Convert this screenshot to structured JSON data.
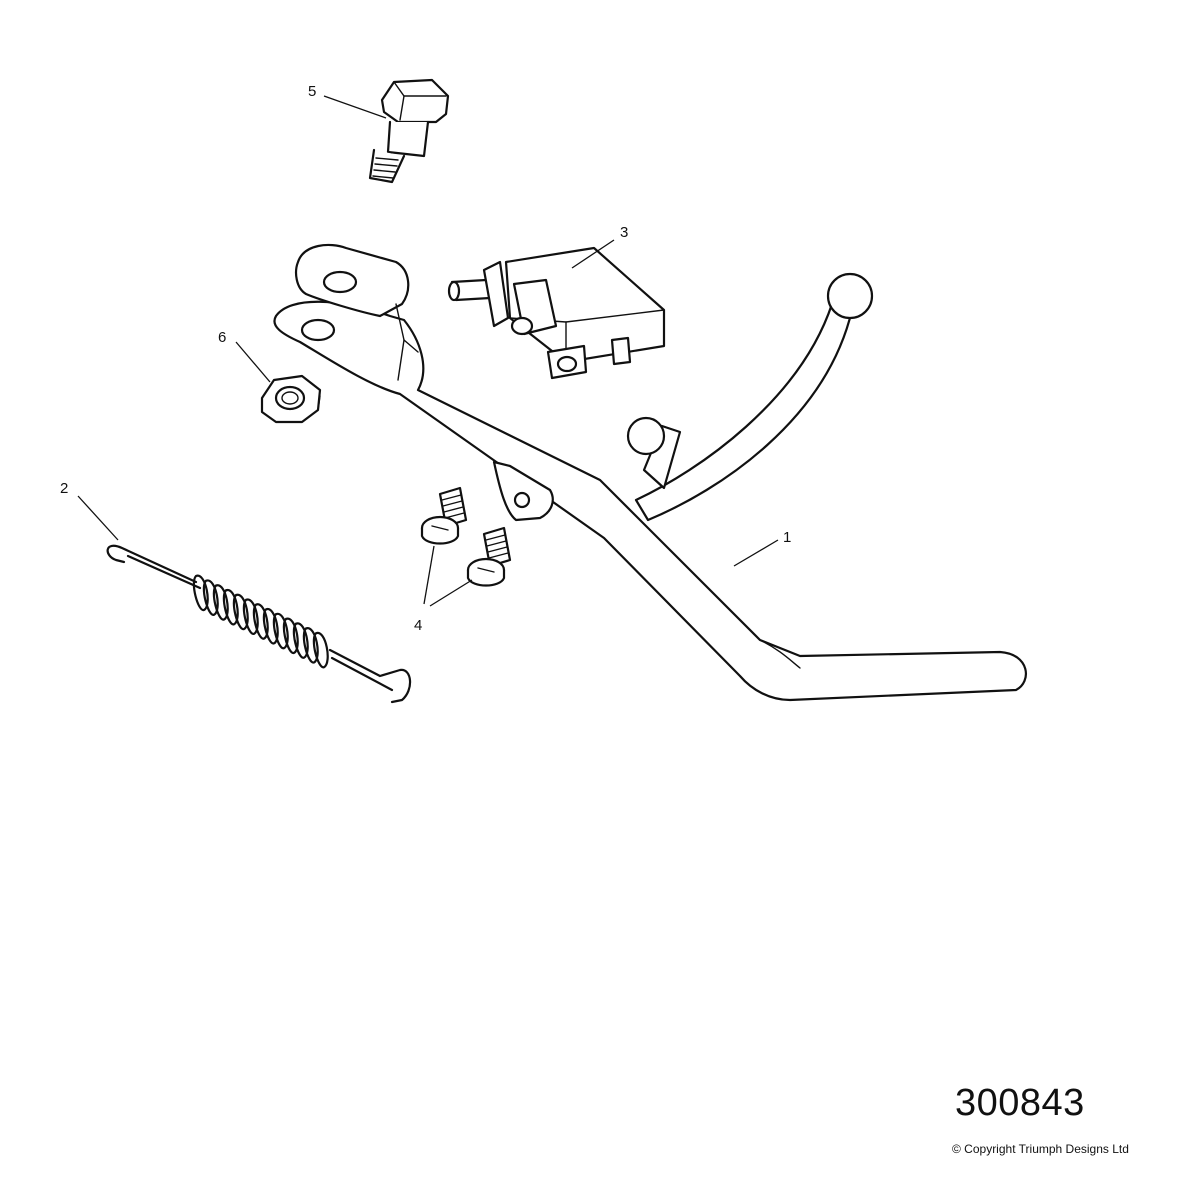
{
  "diagram": {
    "callouts": {
      "c1": "1",
      "c2": "2",
      "c3": "3",
      "c4": "4",
      "c5": "5",
      "c6": "6"
    },
    "drawing_number": "300843",
    "copyright": "© Copyright Triumph Designs Ltd"
  }
}
